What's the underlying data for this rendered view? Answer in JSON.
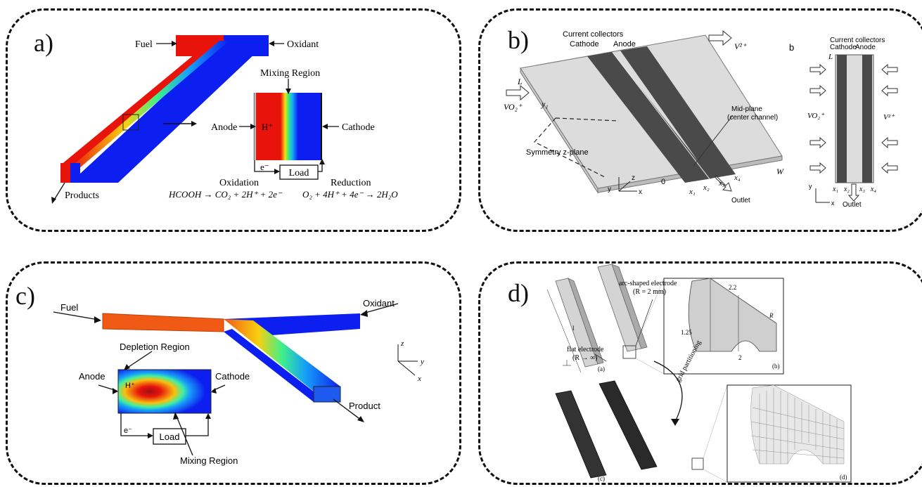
{
  "panel_a": {
    "label": "a)",
    "fuel": "Fuel",
    "oxidant": "Oxidant",
    "mixing_region": "Mixing Region",
    "anode": "Anode",
    "proton": "H⁺",
    "cathode": "Cathode",
    "electron": "e⁻",
    "load": "Load",
    "oxidation": "Oxidation",
    "reduction": "Reduction",
    "eq_oxidation": "HCOOH → CO₂ + 2H⁺ + 2e⁻",
    "eq_reduction": "O₂ + 4H⁺ + 4e⁻ → 2H₂O",
    "products": "Products"
  },
  "panel_b": {
    "label": "b)",
    "sublabel": "b",
    "current_collectors": "Current collectors",
    "cathode": "Cathode",
    "anode": "Anode",
    "v2plus": "V²⁺",
    "vo2plus": "VO₂⁺",
    "L": "L",
    "y1": "y₁",
    "mid_plane": "Mid-plane",
    "center_channel": "(center channel)",
    "symmetry": "Symmetry z-plane",
    "W": "W",
    "x1": "x₁",
    "x2": "x₂",
    "x3": "x₃",
    "x4": "x₄",
    "outlet": "Outlet",
    "zero": "0",
    "ax_x": "x",
    "ax_y": "y",
    "ax_z": "z"
  },
  "panel_c": {
    "label": "c)",
    "fuel": "Fuel",
    "oxidant": "Oxidant",
    "depletion_region": "Depletion Region",
    "anode": "Anode",
    "cathode": "Cathode",
    "proton": "H⁺",
    "electron": "e⁻",
    "load": "Load",
    "mixing_region": "Mixing Region",
    "product": "Product",
    "ax_x": "x",
    "ax_y": "y",
    "ax_z": "z"
  },
  "panel_d": {
    "label": "d)",
    "arc_electrode": "arc-shaped electrode",
    "arc_r": "(R = 2 mm)",
    "flat_electrode": "flat electrode",
    "flat_r": "(R → ∞)",
    "grid_partitioning": "grid partitioning",
    "sub_a": "(a)",
    "sub_b": "(b)",
    "sub_c": "(c)",
    "sub_d": "(d)",
    "dim_l": "l",
    "dim_2_2": "2.2",
    "dim_2": "2",
    "dim_125": "1.25",
    "dim_r": "R"
  },
  "colors": {
    "red": "#e8140c",
    "blue": "#0d1ef0",
    "orange": "#f05a14",
    "border": "#111111"
  }
}
